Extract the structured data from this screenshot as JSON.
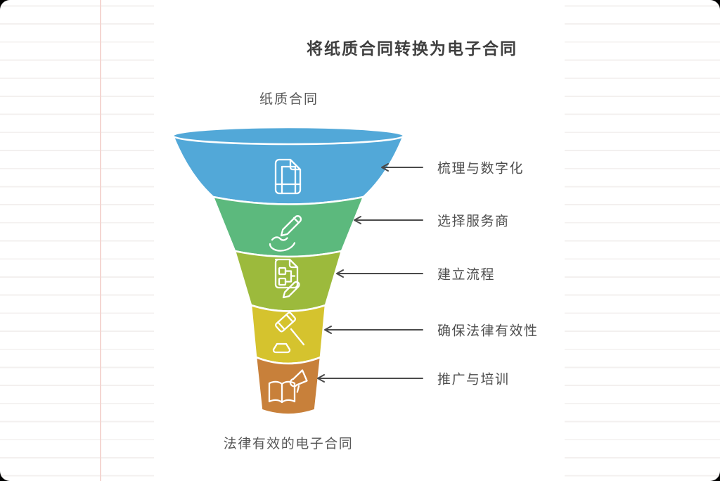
{
  "title": "将纸质合同转换为电子合同",
  "funnel": {
    "top_label": "纸质合同",
    "bottom_label": "法律有效的电子合同",
    "stages": [
      {
        "label": "梳理与数字化",
        "color": "#52a8d8",
        "icon": "contract-document-icon"
      },
      {
        "label": "选择服务商",
        "color": "#5cb97d",
        "icon": "signing-hand-icon"
      },
      {
        "label": "建立流程",
        "color": "#9cba3c",
        "icon": "process-document-icon"
      },
      {
        "label": "确保法律有效性",
        "color": "#d5c32e",
        "icon": "gavel-icon"
      },
      {
        "label": "推广与培训",
        "color": "#c8803a",
        "icon": "training-book-icon"
      }
    ]
  },
  "colors": {
    "title_text": "#3f3f3f",
    "label_text": "#4d4d4d",
    "arrow": "#4a4a4a",
    "paper_line": "#f3f0ef",
    "margin_line": "#f4d6d2",
    "card_background": "#ffffff"
  }
}
